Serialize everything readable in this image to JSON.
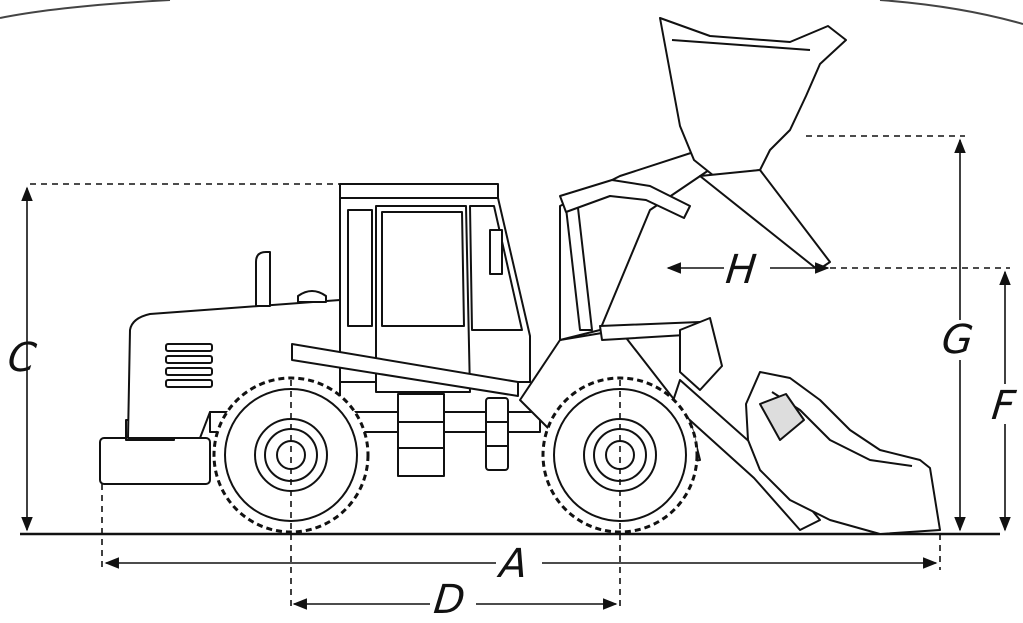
{
  "diagram": {
    "labels": {
      "A": "A",
      "C": "C",
      "D": "D",
      "F": "F",
      "G": "G",
      "H": "H"
    }
  }
}
